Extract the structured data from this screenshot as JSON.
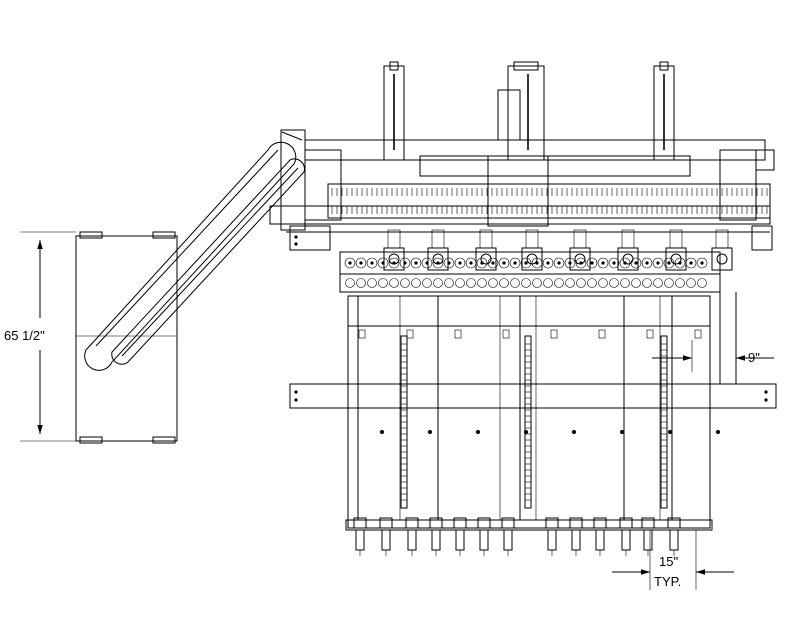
{
  "dimensions": {
    "height_label": "65 1/2\"",
    "side_gap_label": "9\"",
    "spacing_label": "15\"",
    "spacing_note": "TYP."
  }
}
